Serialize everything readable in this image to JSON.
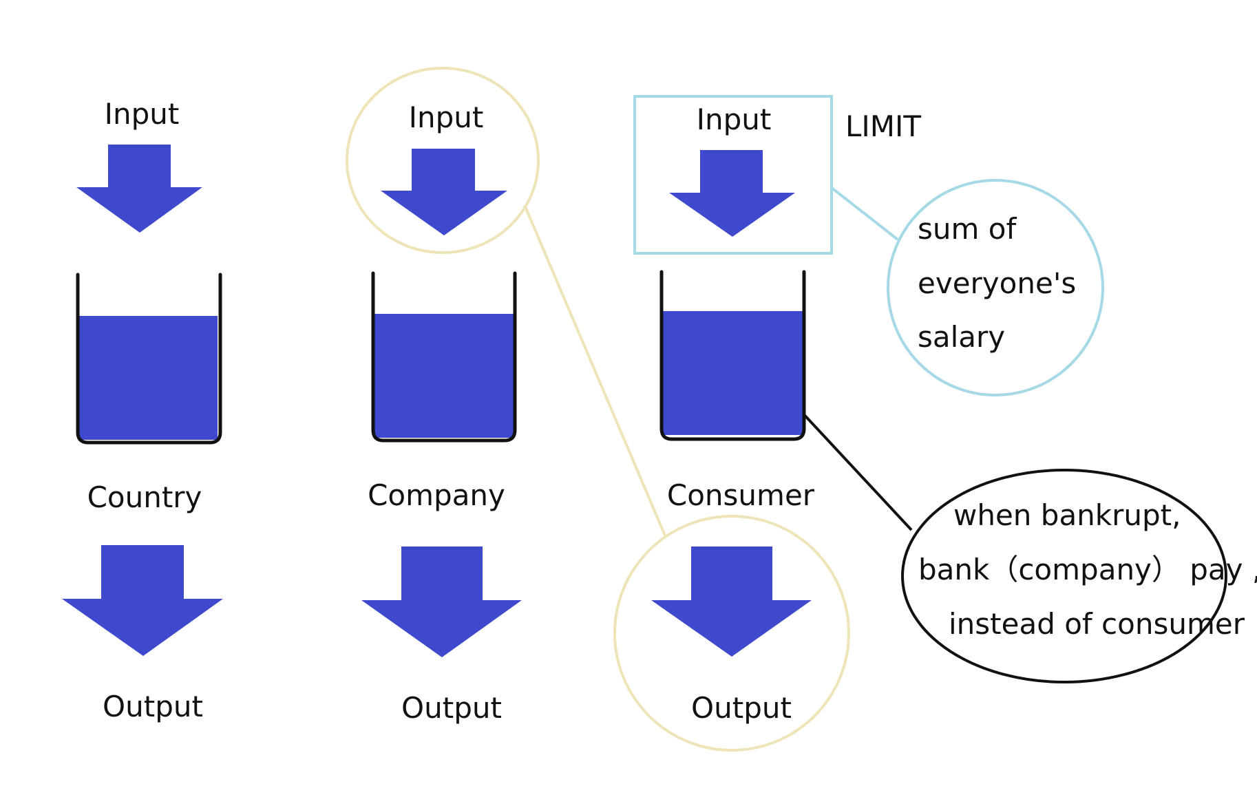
{
  "columns": [
    {
      "input_label": "Input",
      "entity_label": "Country",
      "output_label": "Output"
    },
    {
      "input_label": "Input",
      "entity_label": "Company",
      "output_label": "Output"
    },
    {
      "input_label": "Input",
      "entity_label": "Consumer",
      "output_label": "Output"
    }
  ],
  "limit_label": "LIMIT",
  "salary_note": {
    "lines": [
      "sum of",
      "everyone's",
      "salary"
    ]
  },
  "bankrupt_note": {
    "lines": [
      "when  bankrupt,",
      "bank（company） pay ,",
      "instead of consumer"
    ]
  },
  "colors": {
    "arrow": "#3f49cd",
    "water": "#3f49cd",
    "highlight_gold": "#eee4b8",
    "highlight_cyan": "#a4d9e5",
    "outline": "#111111"
  }
}
